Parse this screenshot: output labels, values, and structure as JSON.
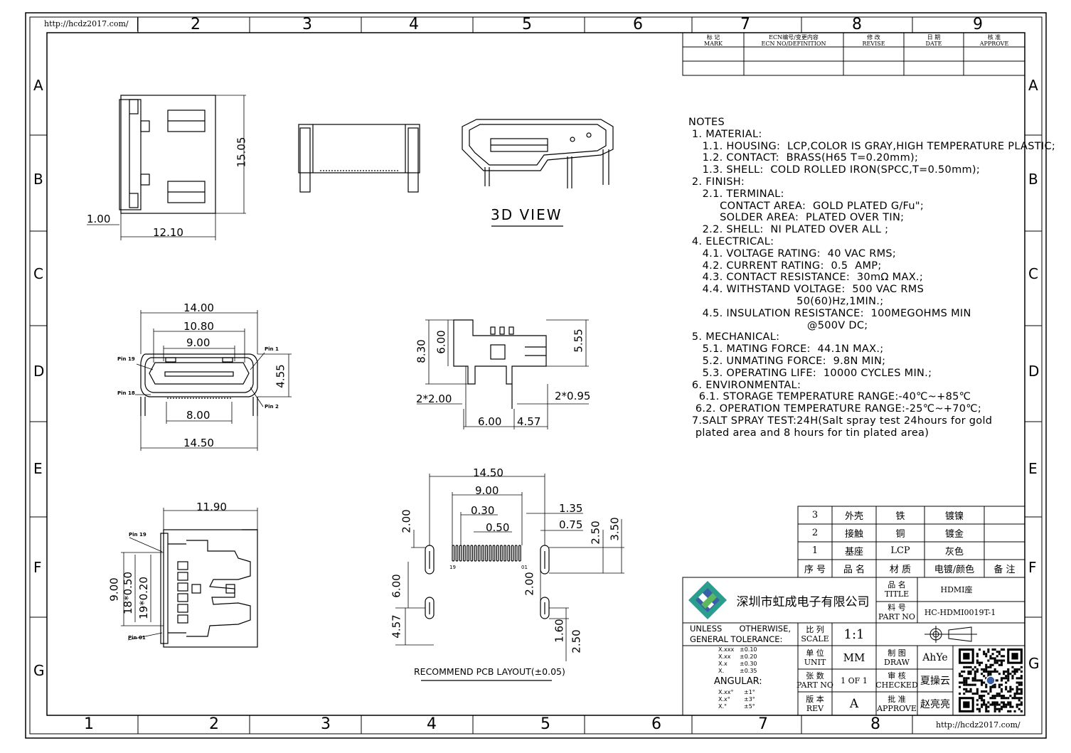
{
  "url": "http://hcdz2017.com/",
  "zones": {
    "top_numbers": [
      "2",
      "3",
      "4",
      "5",
      "6",
      "7",
      "8",
      "9"
    ],
    "bottom_numbers": [
      "1",
      "2",
      "3",
      "4",
      "5",
      "6",
      "7",
      "8"
    ],
    "letters": [
      "A",
      "B",
      "C",
      "D",
      "E",
      "F",
      "G"
    ]
  },
  "revision_table": {
    "headers": [
      {
        "cn": "标 记",
        "en": "MARK"
      },
      {
        "cn": "ECN编号/变更内容",
        "en": "ECN NO/DEFINITION"
      },
      {
        "cn": "修 改",
        "en": "REVISE"
      },
      {
        "cn": "日 期",
        "en": "DATE"
      },
      {
        "cn": "核 准",
        "en": "APPROVE"
      }
    ]
  },
  "views": {
    "view3d_label": "3D VIEW",
    "pcb_label": "RECOMMEND PCB LAYOUT(±0.05)",
    "dims_top": [
      "15.05",
      "1.00",
      "12.10"
    ],
    "dims_front": [
      "14.00",
      "10.80",
      "9.00",
      "4.55",
      "8.00",
      "14.50"
    ],
    "pins_front": [
      "Pin 19",
      "Pin 1",
      "Pin 18",
      "Pin 2"
    ],
    "dims_side": [
      "8.30",
      "6.00",
      "5.55",
      "2*2.00",
      "2*0.95",
      "6.00",
      "4.57"
    ],
    "dims_bottom": [
      "11.90",
      "9.00",
      "18*0.50",
      "19*0.20"
    ],
    "pins_bottom": [
      "Pin 19",
      "Pin 01"
    ],
    "dims_pcb": [
      "14.50",
      "9.00",
      "0.30",
      "0.50",
      "1.35",
      "0.75",
      "2.00",
      "2.50",
      "3.50",
      "6.00",
      "2.00",
      "4.57",
      "1.60",
      "2.50"
    ],
    "pcb_pins": [
      "19",
      "01"
    ]
  },
  "notes": [
    "NOTES",
    " 1. MATERIAL:",
    "    1.1. HOUSING:  LCP,COLOR IS GRAY,HIGH TEMPERATURE PLASTIC;",
    "    1.2. CONTACT:  BRASS(H65 T=0.20mm);",
    "    1.3. SHELL:  COLD ROLLED IRON(SPCC,T=0.50mm);",
    " 2. FINISH:",
    "    2.1. TERMINAL:",
    "         CONTACT AREA:  GOLD PLATED G/Fu\";",
    "         SOLDER AREA:  PLATED OVER TIN;",
    "    2.2. SHELL:  NI PLATED OVER ALL ;",
    " 4. ELECTRICAL:",
    "    4.1. VOLTAGE RATING:  40 VAC RMS;",
    "    4.2. CURRENT RATING:  0.5  AMP;",
    "    4.3. CONTACT RESISTANCE:  30mΩ MAX.;",
    "    4.4. WITHSTAND VOLTAGE:  500 VAC RMS",
    "                               50(60)Hz,1MIN.;",
    "    4.5. INSULATION RESISTANCE:  100MEGOHMS MIN",
    "                                  @500V DC;",
    " 5. MECHANICAL:",
    "    5.1. MATING FORCE:  44.1N MAX.;",
    "    5.2. UNMATING FORCE:  9.8N MIN;",
    "    5.3. OPERATING LIFE:  10000 CYCLES MIN.;",
    " 6. ENVIRONMENTAL:",
    "   6.1. STORAGE TEMPERATURE RANGE:-40℃~+85℃",
    "  6.2. OPERATION TEMPERATURE RANGE:-25℃~+70℃;",
    " 7.SALT SPRAY TEST:24H(Salt spray test 24hours for gold",
    "  plated area and 8 hours for tin plated area)"
  ],
  "bom": {
    "rows": [
      {
        "no": "3",
        "name": "外壳",
        "material": "铁",
        "finish": "镀镍",
        "remark": ""
      },
      {
        "no": "2",
        "name": "接触",
        "material": "铜",
        "finish": "镀金",
        "remark": ""
      },
      {
        "no": "1",
        "name": "基座",
        "material": "LCP",
        "finish": "灰色",
        "remark": ""
      }
    ],
    "header": {
      "no": "序 号",
      "name": "品 名",
      "material": "材 质",
      "finish": "电镀/颜色",
      "remark": "备 注"
    }
  },
  "title_block": {
    "company": "深圳市虹成电子有限公司",
    "title_label_cn": "品 名",
    "title_label_en": "TITLE",
    "title_value": "HDMI座",
    "part_label_cn": "料 号",
    "part_label_en": "PART NO",
    "part_value": "HC-HDMI0019T-1",
    "tolerance_heading": "UNLESS    OTHERWISE, GENERAL TOLERANCE:",
    "tolerance_rows": [
      {
        "k": "X.xxx",
        "v": "±0.10"
      },
      {
        "k": "X.xx",
        "v": "±0.20"
      },
      {
        "k": "X.x",
        "v": "±0.30"
      },
      {
        "k": "X.",
        "v": "±0.35"
      }
    ],
    "angular_label": "ANGULAR:",
    "angular_rows": [
      {
        "k": "X.xx°",
        "v": "±1°"
      },
      {
        "k": "X.x°",
        "v": "±3°"
      },
      {
        "k": "X.°",
        "v": "±5°"
      }
    ],
    "scale_cn": "比 列",
    "scale_en": "SCALE",
    "scale_value": "1:1",
    "unit_cn": "单 位",
    "unit_en": "UNIT",
    "unit_value": "MM",
    "sheet_cn": "张 数",
    "sheet_en": "PART NO",
    "sheet_value": "1 OF 1",
    "rev_cn": "版 本",
    "rev_en": "REV",
    "rev_value": "A",
    "draw_cn": "制 图",
    "draw_en": "DRAW",
    "draw_value": "AhYe",
    "checked_cn": "审 核",
    "checked_en": "CHECKED",
    "checked_value": "夏操云",
    "approve_cn": "批 准",
    "approve_en": "APPROVE",
    "approve_value": "赵亮亮"
  },
  "colors": {
    "logo_teal": "#2a9d8f",
    "logo_blue": "#3a5fa8",
    "logo_green": "#5bb85d"
  }
}
